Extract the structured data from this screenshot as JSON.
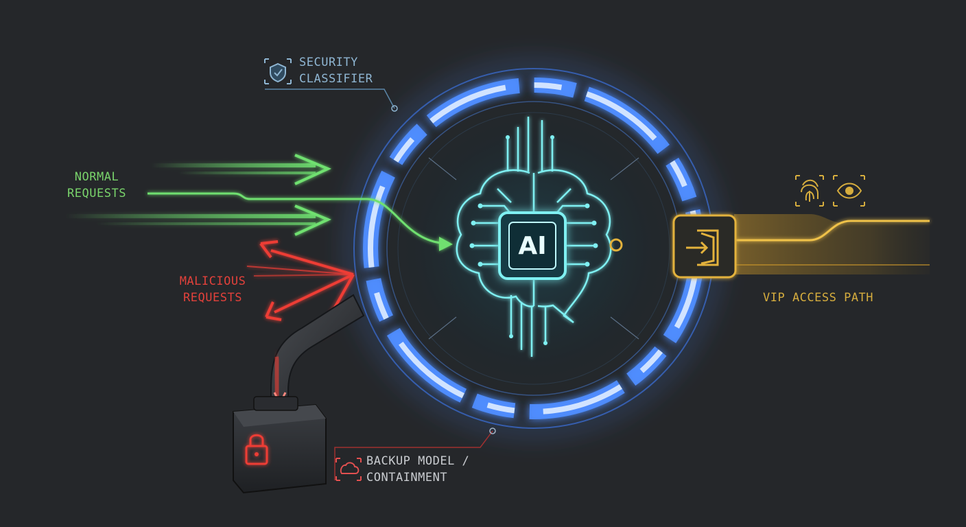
{
  "labels": {
    "normal": [
      "NORMAL",
      "REQUESTS"
    ],
    "malicious": [
      "MALICIOUS",
      "REQUESTS"
    ],
    "security": [
      "SECURITY",
      "CLASSIFIER"
    ],
    "vip": "VIP ACCESS PATH",
    "backup": [
      "BACKUP MODEL /",
      "CONTAINMENT"
    ],
    "chip": "AI"
  },
  "icons": {
    "security": "shield-check-icon",
    "backup": "cloud-icon",
    "vip_identity": [
      "fingerprint-icon",
      "eye-icon"
    ],
    "door": "door-enter-icon",
    "lock": "padlock-icon"
  },
  "colors": {
    "background": "#25272a",
    "normal": "#6fe070",
    "malicious": "#ee3d36",
    "ring": "#4f8dff",
    "ai_core": "#7ff0f2",
    "vip": "#e3b23c"
  }
}
